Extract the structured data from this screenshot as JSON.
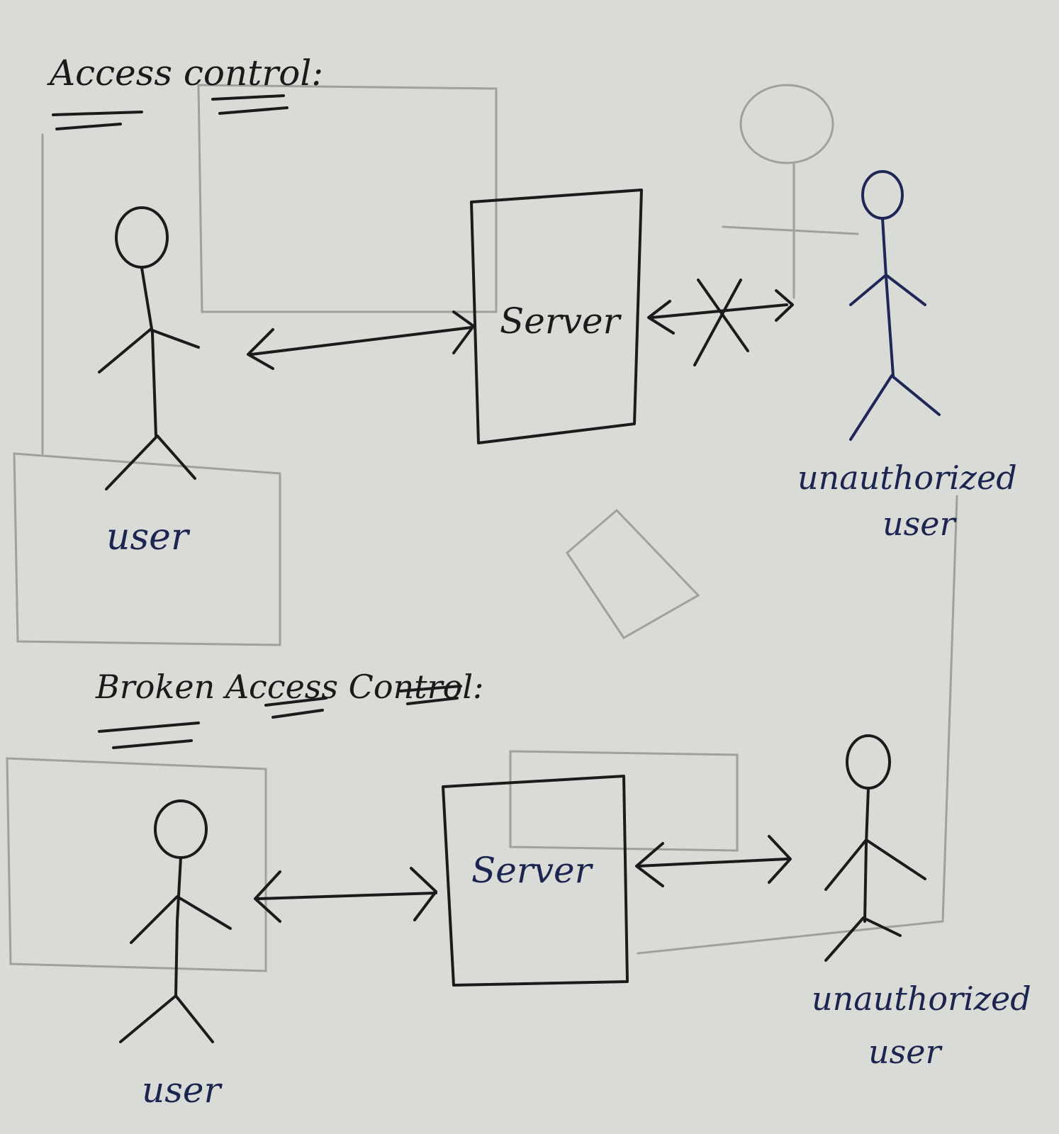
{
  "sections": {
    "access_control": {
      "title": "Access control:",
      "server_label": "Server",
      "user_label": "user",
      "unauthorized_label_line1": "unauthorized",
      "unauthorized_label_line2": "user"
    },
    "broken_access_control": {
      "title": "Broken Access Control:",
      "server_label": "Server",
      "user_label": "user",
      "unauthorized_label_line1": "unauthorized",
      "unauthorized_label_line2": "user"
    }
  },
  "colors": {
    "paper": "#d9dbd7",
    "ink_black": "#1a1a1a",
    "ink_blue": "#1c2450",
    "bleed_through": "#9ea19c"
  }
}
